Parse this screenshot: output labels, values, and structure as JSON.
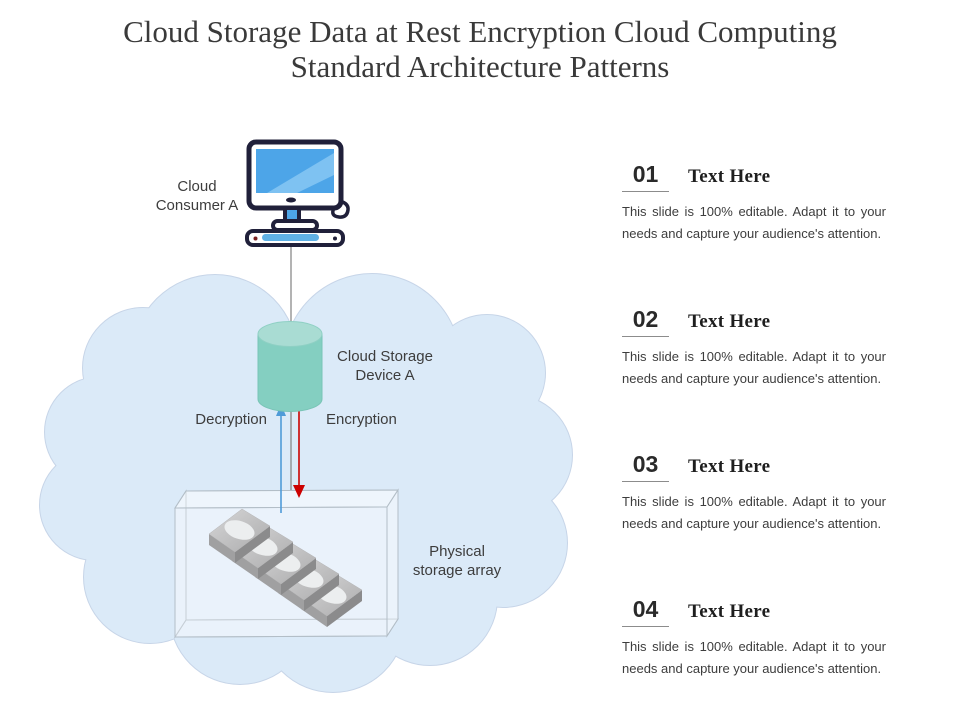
{
  "title": {
    "line1": "Cloud Storage Data at Rest Encryption Cloud Computing",
    "line2": "Standard Architecture Patterns"
  },
  "diagram": {
    "consumer_label": "Cloud Consumer A",
    "storage_device_label": "Cloud Storage Device A",
    "decryption_label": "Decryption",
    "encryption_label": "Encryption",
    "physical_storage_label": "Physical storage array",
    "icons": {
      "consumer": "desktop-computer-icon",
      "storage_device": "database-cylinder-icon",
      "storage_array": "disk-array-icon",
      "boundary": "cloud-shape"
    },
    "colors": {
      "cloud_fill": "#dbeaf8",
      "cloud_outline": "#c7d5e8",
      "cylinder_fill": "#84cfc1",
      "decryption_arrow": "#4f9bd8",
      "encryption_arrow": "#cc0000",
      "connector_line": "#808080",
      "screen_blue": "#4da5e8"
    }
  },
  "steps": [
    {
      "number": "01",
      "heading": "Text Here",
      "description": "This slide is 100% editable. Adapt it to your needs and capture your audience's attention."
    },
    {
      "number": "02",
      "heading": "Text Here",
      "description": "This slide is 100% editable. Adapt it to your needs and capture your audience's attention."
    },
    {
      "number": "03",
      "heading": "Text Here",
      "description": "This slide is 100% editable. Adapt it to your needs and capture your audience's attention."
    },
    {
      "number": "04",
      "heading": "Text Here",
      "description": "This slide is 100% editable. Adapt it to your needs and capture your audience's attention."
    }
  ]
}
